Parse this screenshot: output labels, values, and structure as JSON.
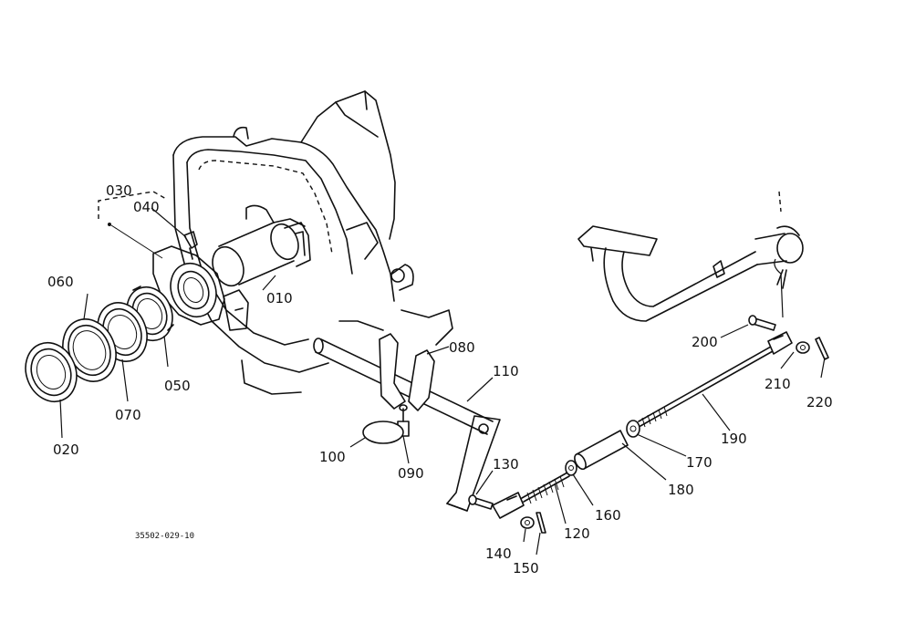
{
  "parts": {
    "p010": "010",
    "p020": "020",
    "p030": "030",
    "p040": "040",
    "p050": "050",
    "p060": "060",
    "p070": "070",
    "p080": "080",
    "p090": "090",
    "p100": "100",
    "p110": "110",
    "p120": "120",
    "p130": "130",
    "p140": "140",
    "p150": "150",
    "p160": "160",
    "p170": "170",
    "p180": "180",
    "p190": "190",
    "p200": "200",
    "p210": "210",
    "p220": "220"
  },
  "drawing_code": "35502-029-10"
}
